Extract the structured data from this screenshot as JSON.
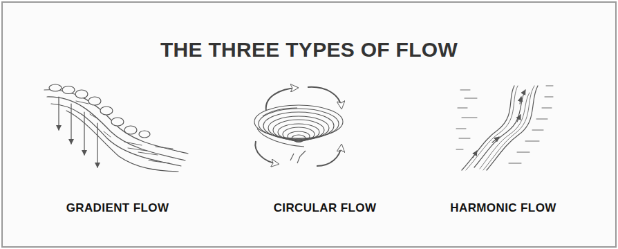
{
  "diagram": {
    "title": "THE THREE TYPES OF FLOW",
    "labels": [
      "GRADIENT FLOW",
      "CIRCULAR FLOW",
      "HARMONIC FLOW"
    ]
  }
}
